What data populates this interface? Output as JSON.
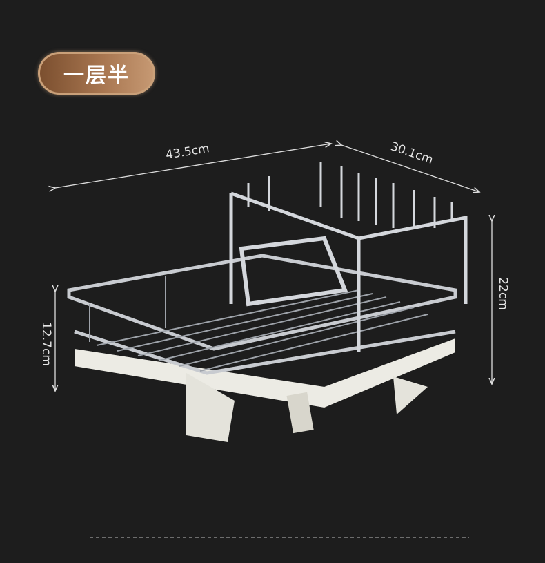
{
  "badge": {
    "label": "一层半",
    "color": "#a87650"
  },
  "dimensions": {
    "length": "43.5cm",
    "width": "30.1cm",
    "height_total": "22cm",
    "height_lower": "12.7cm"
  },
  "colors": {
    "background": "#1d1d1d",
    "metal": "#c8cbd0",
    "tray": "#ecebe4"
  }
}
